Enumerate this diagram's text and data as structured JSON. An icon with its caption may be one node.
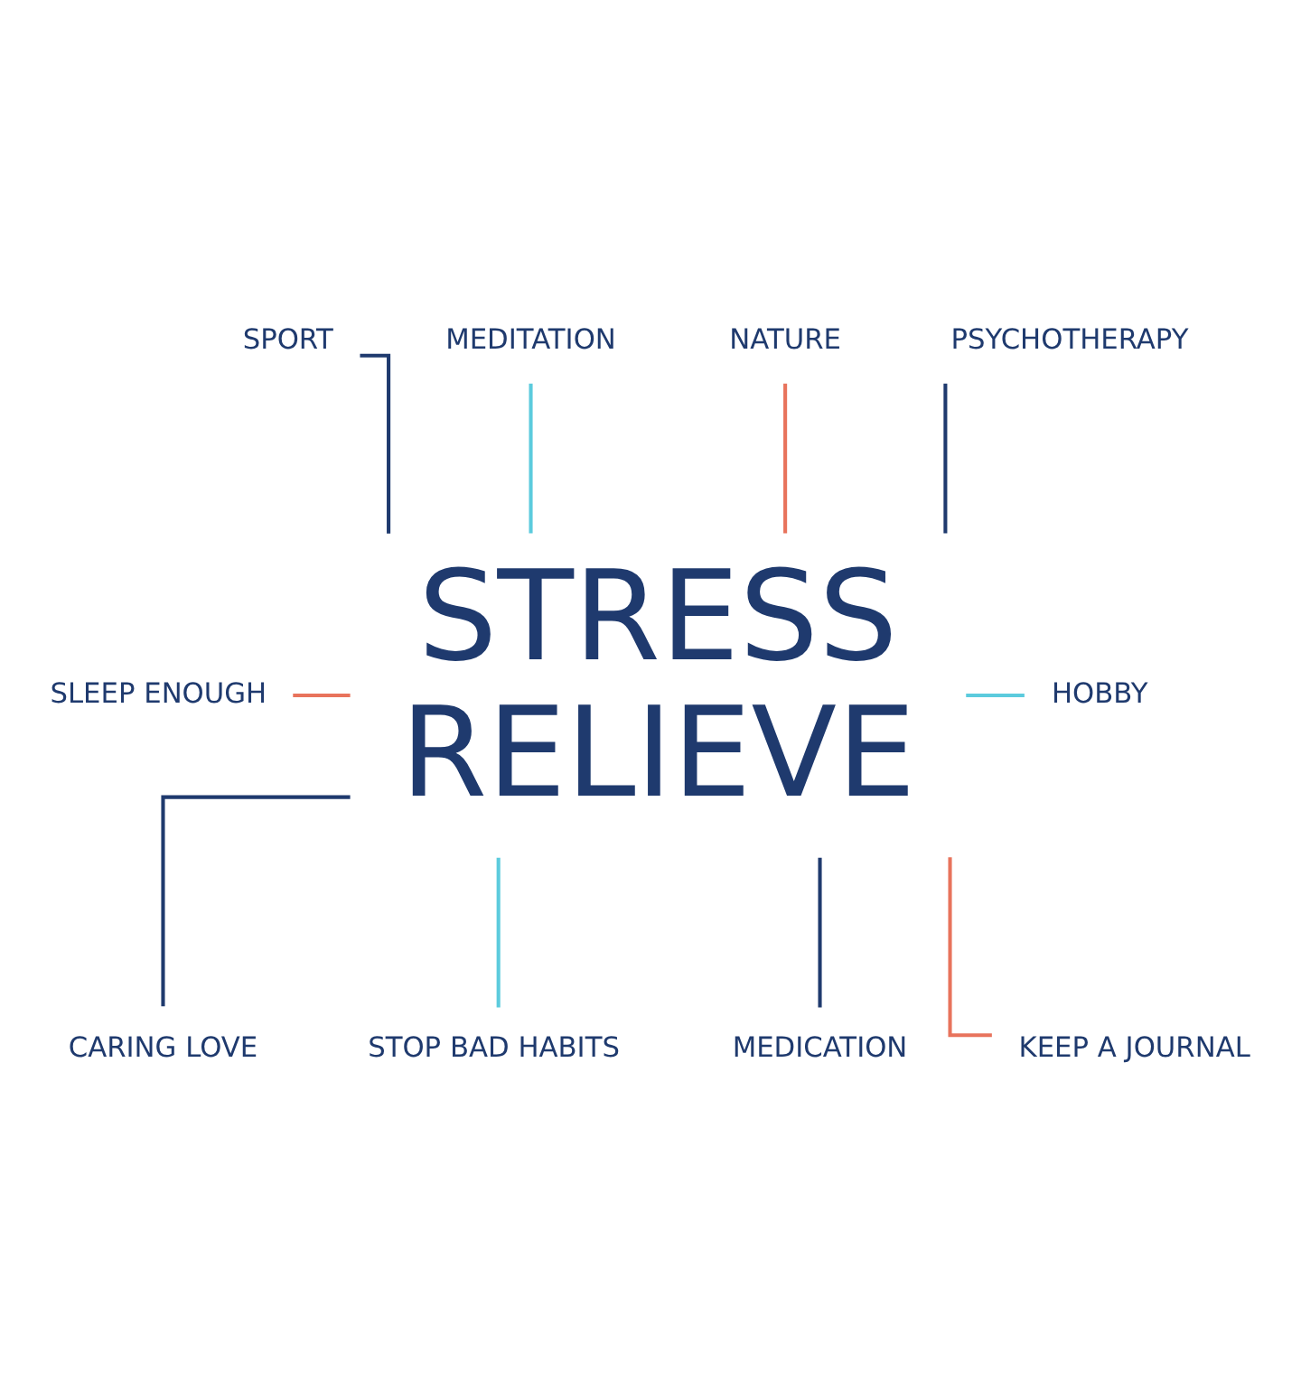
{
  "diagram": {
    "nodes": [
      {
        "text": [
          "SPORT"
        ]
      },
      {
        "text": [
          "MEDITATION"
        ]
      },
      {
        "text": [
          "NATURE"
        ]
      },
      {
        "text": [
          "PSYCHOTHERAPY"
        ]
      },
      {
        "text": [
          "SLEEP ENOUGH"
        ]
      },
      {
        "text": [
          "STRESS RELIEVE"
        ]
      },
      {
        "text": [
          "HOBBY"
        ]
      },
      {
        "text": [
          "CARING LOVE"
        ]
      },
      {
        "text": [
          "STOP BAD HABITS"
        ]
      },
      {
        "text": [
          "MEDICATION"
        ]
      },
      {
        "text": [
          "KEEP A JOURNAL"
        ]
      }
    ],
    "edges": [
      {
        "from": 0,
        "to": 5,
        "arrow": "none"
      },
      {
        "from": 1,
        "to": 5,
        "arrow": "none",
        "color": "#5ccbdd"
      },
      {
        "from": 2,
        "to": 5,
        "arrow": "none",
        "color": "#e8735c"
      },
      {
        "from": 3,
        "to": 5,
        "arrow": "none"
      },
      {
        "from": 4,
        "to": 5,
        "arrow": "none",
        "color": "#e8735c"
      },
      {
        "from": 5,
        "to": 6,
        "arrow": "none",
        "color": "#5ccbdd"
      },
      {
        "from": 5,
        "to": 7,
        "arrow": "none"
      },
      {
        "from": 5,
        "to": 8,
        "arrow": "none",
        "color": "#5ccbdd"
      },
      {
        "from": 5,
        "to": 9,
        "arrow": "none"
      },
      {
        "from": 5,
        "to": 10,
        "arrow": "none",
        "color": "#e8735c"
      }
    ]
  }
}
